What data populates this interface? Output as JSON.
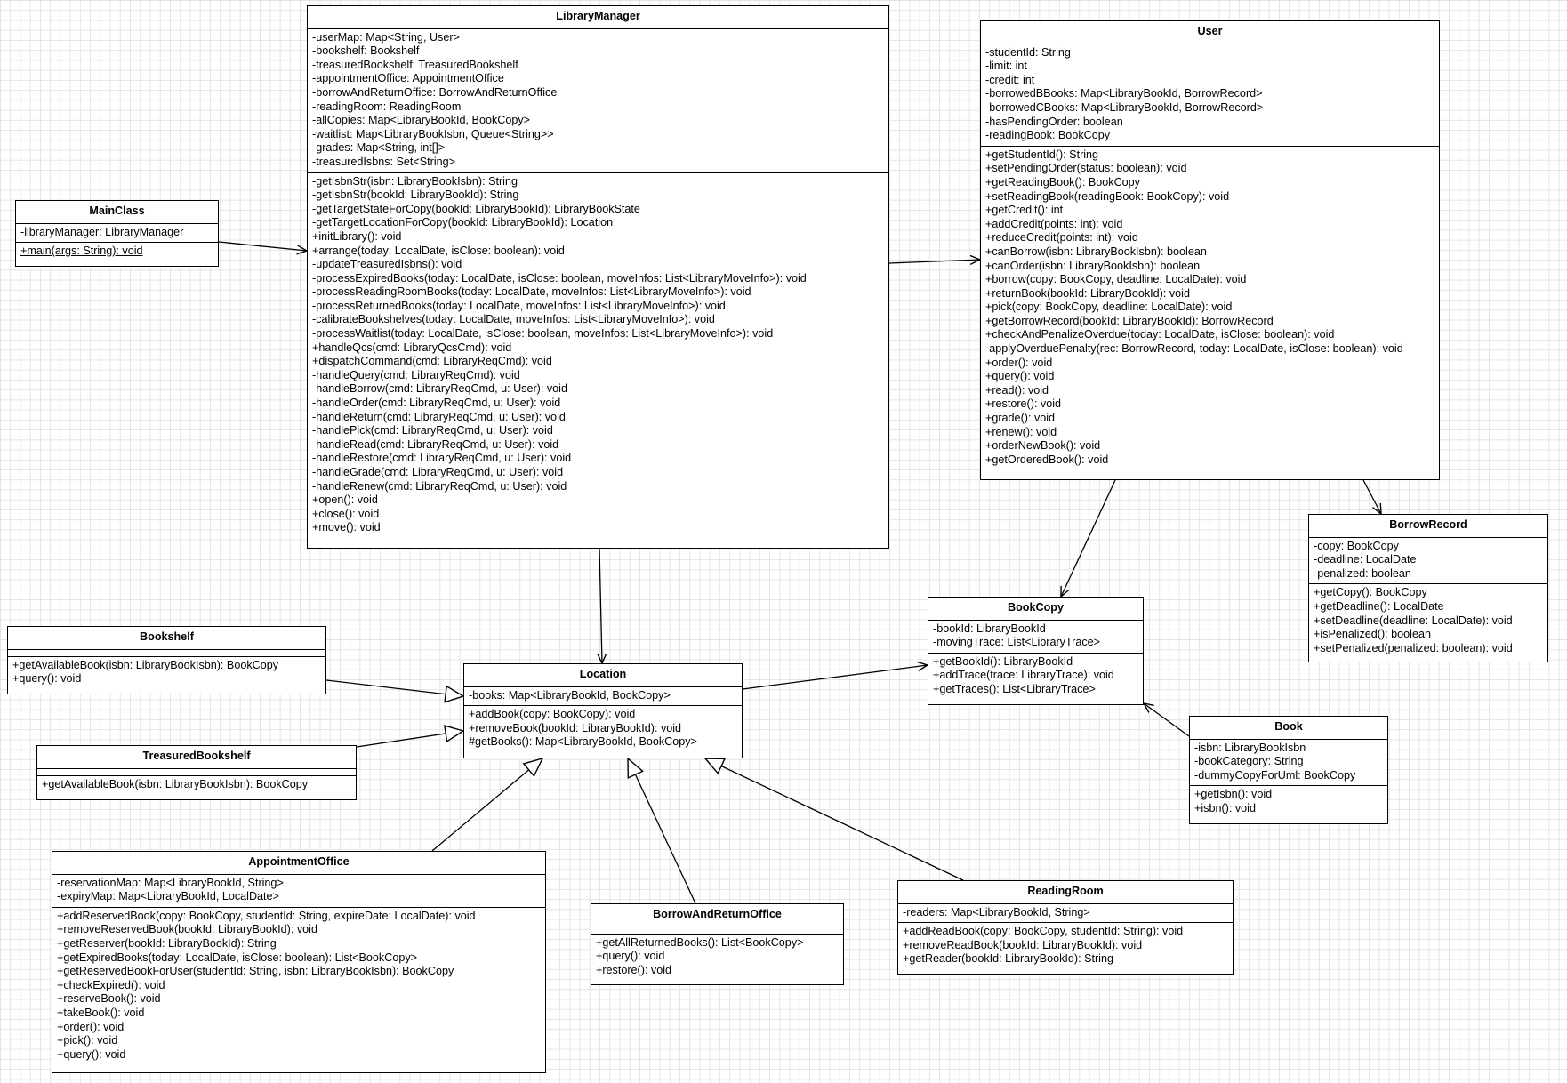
{
  "classes": [
    {
      "id": "LibraryManager",
      "name": "LibraryManager",
      "attributes": [
        "-userMap: Map<String, User>",
        "-bookshelf: Bookshelf",
        "-treasuredBookshelf: TreasuredBookshelf",
        "-appointmentOffice: AppointmentOffice",
        "-borrowAndReturnOffice: BorrowAndReturnOffice",
        "-readingRoom: ReadingRoom",
        "-allCopies: Map<LibraryBookId, BookCopy>",
        "-waitlist: Map<LibraryBookIsbn, Queue<String>>",
        "-grades: Map<String, int[]>",
        "-treasuredIsbns: Set<String>"
      ],
      "methods": [
        "-getIsbnStr(isbn: LibraryBookIsbn): String",
        "-getIsbnStr(bookId: LibraryBookId): String",
        "-getTargetStateForCopy(bookId: LibraryBookId): LibraryBookState",
        "-getTargetLocationForCopy(bookId: LibraryBookId): Location",
        "+initLibrary(): void",
        "+arrange(today: LocalDate, isClose: boolean): void",
        "-updateTreasuredIsbns(): void",
        "-processExpiredBooks(today: LocalDate, isClose: boolean, moveInfos: List<LibraryMoveInfo>): void",
        "-processReadingRoomBooks(today: LocalDate, moveInfos: List<LibraryMoveInfo>): void",
        "-processReturnedBooks(today: LocalDate, moveInfos: List<LibraryMoveInfo>): void",
        "-calibrateBookshelves(today: LocalDate, moveInfos: List<LibraryMoveInfo>): void",
        "-processWaitlist(today: LocalDate, isClose: boolean, moveInfos: List<LibraryMoveInfo>): void",
        "+handleQcs(cmd: LibraryQcsCmd): void",
        "+dispatchCommand(cmd: LibraryReqCmd): void",
        "-handleQuery(cmd: LibraryReqCmd): void",
        "-handleBorrow(cmd: LibraryReqCmd, u: User): void",
        "-handleOrder(cmd: LibraryReqCmd, u: User): void",
        "-handleReturn(cmd: LibraryReqCmd, u: User): void",
        "-handlePick(cmd: LibraryReqCmd, u: User): void",
        "-handleRead(cmd: LibraryReqCmd, u: User): void",
        "-handleRestore(cmd: LibraryReqCmd, u: User): void",
        "-handleGrade(cmd: LibraryReqCmd, u: User): void",
        "-handleRenew(cmd: LibraryReqCmd, u: User): void",
        "+open(): void",
        "+close(): void",
        "+move(): void"
      ]
    },
    {
      "id": "MainClass",
      "name": "MainClass",
      "attributes": [
        "-libraryManager: LibraryManager"
      ],
      "methods": [
        "+main(args: String): void"
      ],
      "underline_attributes": true,
      "underline_methods": true
    },
    {
      "id": "User",
      "name": "User",
      "attributes": [
        "-studentId: String",
        "-limit: int",
        "-credit: int",
        "-borrowedBBooks: Map<LibraryBookId, BorrowRecord>",
        "-borrowedCBooks: Map<LibraryBookId, BorrowRecord>",
        "-hasPendingOrder: boolean",
        "-readingBook: BookCopy"
      ],
      "methods": [
        "+getStudentId(): String",
        "+setPendingOrder(status: boolean): void",
        "+getReadingBook(): BookCopy",
        "+setReadingBook(readingBook: BookCopy): void",
        "+getCredit(): int",
        "+addCredit(points: int): void",
        "+reduceCredit(points: int): void",
        "+canBorrow(isbn: LibraryBookIsbn): boolean",
        "+canOrder(isbn: LibraryBookIsbn): boolean",
        "+borrow(copy: BookCopy, deadline: LocalDate): void",
        "+returnBook(bookId: LibraryBookId): void",
        "+pick(copy: BookCopy, deadline: LocalDate): void",
        "+getBorrowRecord(bookId: LibraryBookId): BorrowRecord",
        "+checkAndPenalizeOverdue(today: LocalDate, isClose: boolean): void",
        "-applyOverduePenalty(rec: BorrowRecord, today: LocalDate, isClose: boolean): void",
        "+order(): void",
        "+query(): void",
        "+read(): void",
        "+restore(): void",
        "+grade(): void",
        "+renew(): void",
        "+orderNewBook(): void",
        "+getOrderedBook(): void"
      ]
    },
    {
      "id": "BorrowRecord",
      "name": "BorrowRecord",
      "attributes": [
        "-copy: BookCopy",
        "-deadline: LocalDate",
        "-penalized: boolean"
      ],
      "methods": [
        "+getCopy(): BookCopy",
        "+getDeadline(): LocalDate",
        "+setDeadline(deadline: LocalDate): void",
        "+isPenalized(): boolean",
        "+setPenalized(penalized: boolean): void"
      ]
    },
    {
      "id": "BookCopy",
      "name": "BookCopy",
      "attributes": [
        "-bookId: LibraryBookId",
        "-movingTrace: List<LibraryTrace>"
      ],
      "methods": [
        "+getBookId(): LibraryBookId",
        "+addTrace(trace: LibraryTrace): void",
        "+getTraces(): List<LibraryTrace>"
      ]
    },
    {
      "id": "Book",
      "name": "Book",
      "attributes": [
        "-isbn: LibraryBookIsbn",
        "-bookCategory: String",
        "-dummyCopyForUml: BookCopy"
      ],
      "methods": [
        "+getIsbn(): void",
        "+isbn(): void"
      ]
    },
    {
      "id": "Bookshelf",
      "name": "Bookshelf",
      "attributes": [],
      "methods": [
        "+getAvailableBook(isbn: LibraryBookIsbn): BookCopy",
        "+query(): void"
      ]
    },
    {
      "id": "TreasuredBookshelf",
      "name": "TreasuredBookshelf",
      "attributes": [],
      "methods": [
        "+getAvailableBook(isbn: LibraryBookIsbn): BookCopy"
      ]
    },
    {
      "id": "Location",
      "name": "Location",
      "attributes": [
        "-books: Map<LibraryBookId, BookCopy>"
      ],
      "methods": [
        "+addBook(copy: BookCopy): void",
        "+removeBook(bookId: LibraryBookId): void",
        "#getBooks(): Map<LibraryBookId, BookCopy>"
      ]
    },
    {
      "id": "AppointmentOffice",
      "name": "AppointmentOffice",
      "attributes": [
        "-reservationMap: Map<LibraryBookId, String>",
        "-expiryMap: Map<LibraryBookId, LocalDate>"
      ],
      "methods": [
        "+addReservedBook(copy: BookCopy, studentId: String, expireDate: LocalDate): void",
        "+removeReservedBook(bookId: LibraryBookId): void",
        "+getReserver(bookId: LibraryBookId): String",
        "+getExpiredBooks(today: LocalDate, isClose: boolean): List<BookCopy>",
        "+getReservedBookForUser(studentId: String, isbn: LibraryBookIsbn): BookCopy",
        "+checkExpired(): void",
        "+reserveBook(): void",
        "+takeBook(): void",
        "+order(): void",
        "+pick(): void",
        "+query(): void"
      ]
    },
    {
      "id": "BorrowAndReturnOffice",
      "name": "BorrowAndReturnOffice",
      "attributes": [],
      "methods": [
        "+getAllReturnedBooks(): List<BookCopy>",
        "+query(): void",
        "+restore(): void"
      ]
    },
    {
      "id": "ReadingRoom",
      "name": "ReadingRoom",
      "attributes": [
        "-readers: Map<LibraryBookId, String>"
      ],
      "methods": [
        "+addReadBook(copy: BookCopy, studentId: String): void",
        "+removeReadBook(bookId: LibraryBookId): void",
        "+getReader(bookId: LibraryBookId): String"
      ]
    }
  ],
  "relations": [
    {
      "from": "MainClass",
      "to": "LibraryManager",
      "type": "association"
    },
    {
      "from": "LibraryManager",
      "to": "User",
      "type": "association"
    },
    {
      "from": "LibraryManager",
      "to": "Location",
      "type": "association"
    },
    {
      "from": "User",
      "to": "BookCopy",
      "type": "association"
    },
    {
      "from": "User",
      "to": "BorrowRecord",
      "type": "association"
    },
    {
      "from": "Location",
      "to": "BookCopy",
      "type": "association"
    },
    {
      "from": "Book",
      "to": "BookCopy",
      "type": "association"
    },
    {
      "from": "Bookshelf",
      "to": "Location",
      "type": "generalization"
    },
    {
      "from": "TreasuredBookshelf",
      "to": "Location",
      "type": "generalization"
    },
    {
      "from": "AppointmentOffice",
      "to": "Location",
      "type": "generalization"
    },
    {
      "from": "BorrowAndReturnOffice",
      "to": "Location",
      "type": "generalization"
    },
    {
      "from": "ReadingRoom",
      "to": "Location",
      "type": "generalization"
    }
  ]
}
